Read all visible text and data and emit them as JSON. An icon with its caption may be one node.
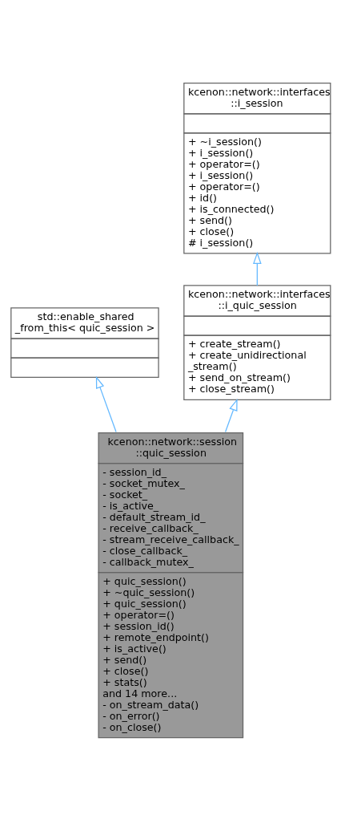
{
  "diagram": {
    "nodes": [
      {
        "text": [
          "kcenon::network::interfaces ::i_session",
          "+ ~i_session()",
          "+ i_session()",
          "+ operator=()",
          "+ i_session()",
          "+ operator=()",
          "+ id()",
          "+ is_connected()",
          "+ send()",
          "+ close()",
          "# i_session()"
        ]
      },
      {
        "text": [
          "kcenon::network::interfaces ::i_quic_session",
          "+ create_stream()",
          "+ create_unidirectional _stream()",
          "+ send_on_stream()",
          "+ close_stream()"
        ]
      },
      {
        "text": [
          "std::enable_shared _from_this< quic_session >"
        ]
      },
      {
        "text": [
          "kcenon::network::session ::quic_session",
          "- session_id_",
          "- socket_mutex_",
          "- socket_",
          "- is_active_",
          "- default_stream_id_",
          "- receive_callback_",
          "- stream_receive_callback_",
          "- close_callback_",
          "- callback_mutex_",
          "+ quic_session()",
          "+ ~quic_session()",
          "+ quic_session()",
          "+ operator=()",
          "+ session_id()",
          "+ remote_endpoint()",
          "+ is_active()",
          "+ send()",
          "+ close()",
          "+ stats()",
          "and 14 more...",
          "- on_stream_data()",
          "- on_error()",
          "- on_close()"
        ]
      }
    ],
    "edges": [
      {
        "from": 3,
        "to": 2,
        "arrow": "to"
      },
      {
        "from": 3,
        "to": 1,
        "arrow": "to"
      },
      {
        "from": 1,
        "to": 0,
        "arrow": "to"
      }
    ]
  }
}
